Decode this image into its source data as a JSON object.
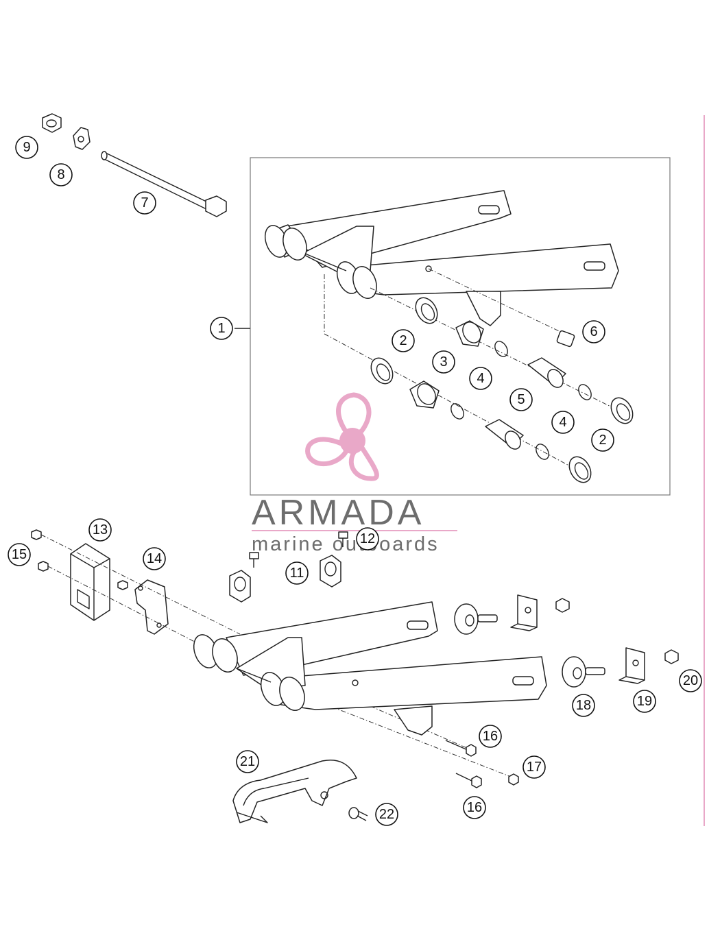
{
  "brand": {
    "name": "ARMADA",
    "tagline": "marine outboards",
    "color": "#e9a8c8",
    "text_color": "#6d6d6d"
  },
  "callouts": [
    "1",
    "2",
    "3",
    "4",
    "5",
    "6",
    "7",
    "8",
    "9",
    "11",
    "12",
    "13",
    "14",
    "15",
    "16",
    "17",
    "18",
    "19",
    "20",
    "21",
    "22"
  ],
  "accent_line_color": "#e9a8c8"
}
